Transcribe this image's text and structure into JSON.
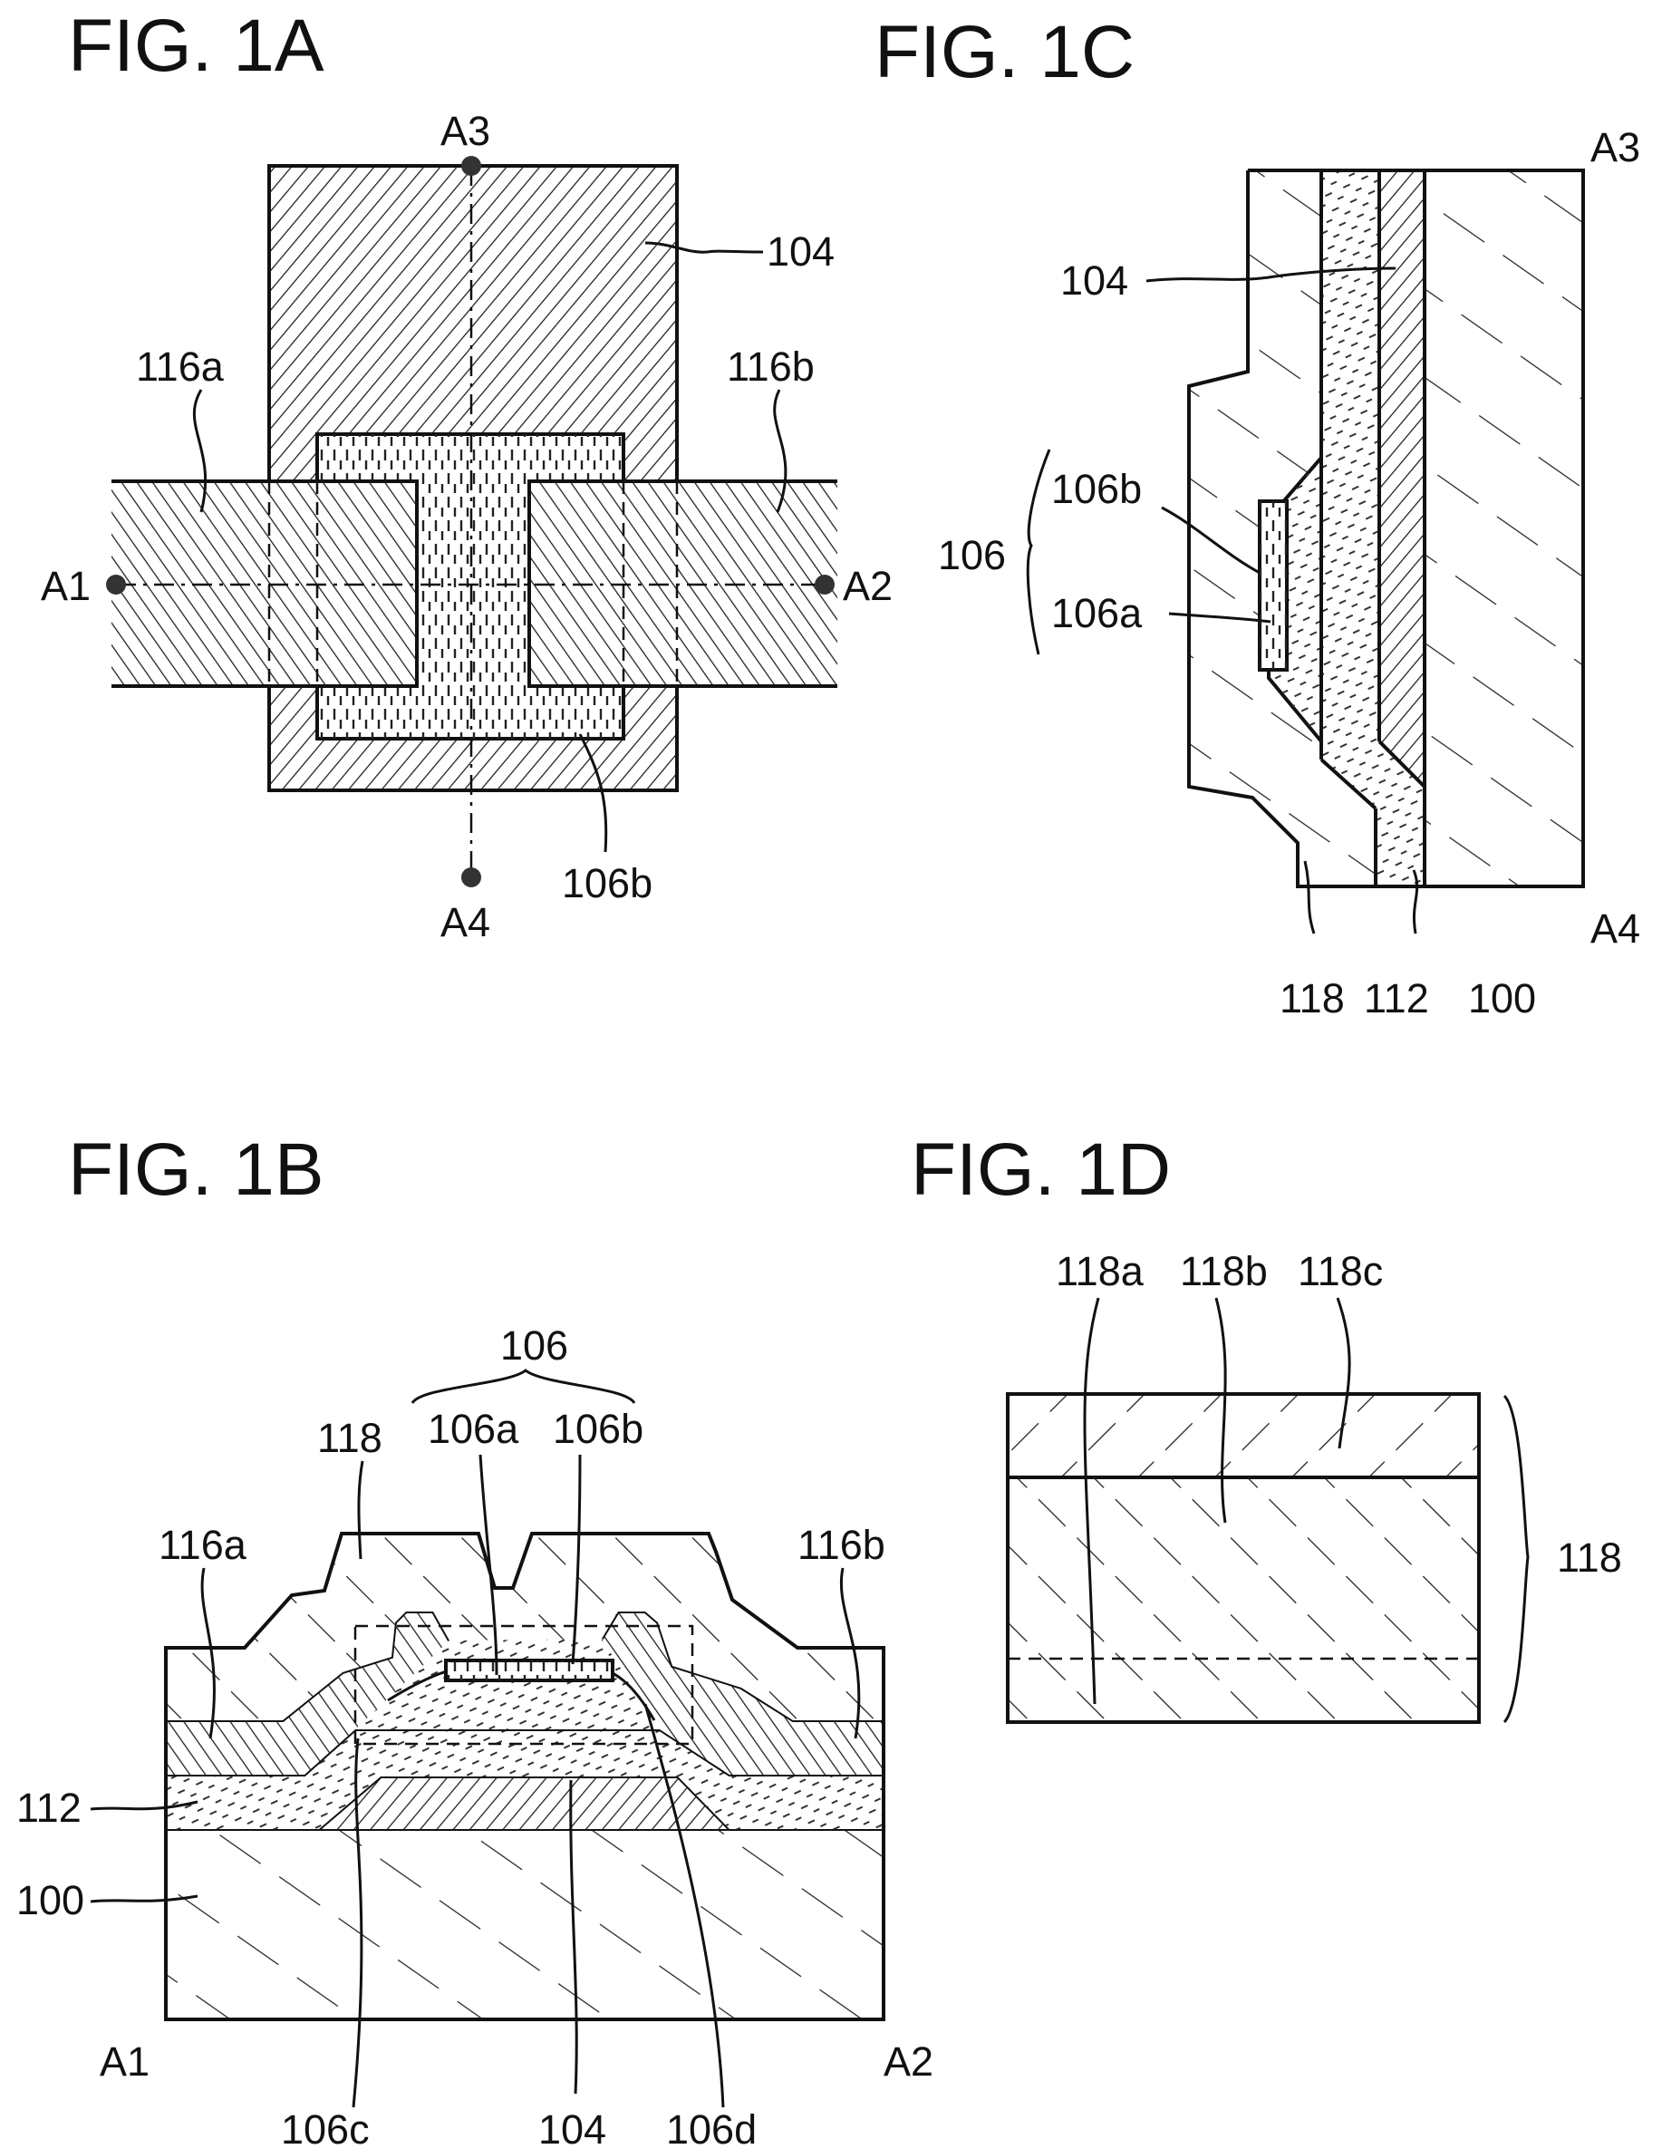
{
  "figures": {
    "fig1a": {
      "title": "FIG. 1A",
      "labels": {
        "a3": "A3",
        "a4": "A4",
        "a1": "A1",
        "a2": "A2",
        "l104": "104",
        "l116a": "116a",
        "l116b": "116b",
        "l106b": "106b"
      }
    },
    "fig1b": {
      "title": "FIG. 1B",
      "labels": {
        "l106": "106",
        "l106a": "106a",
        "l106b": "106b",
        "l118": "118",
        "l116a": "116a",
        "l116b": "116b",
        "l112": "112",
        "l100": "100",
        "a1": "A1",
        "a2": "A2",
        "l106c": "106c",
        "l104": "104",
        "l106d": "106d"
      }
    },
    "fig1c": {
      "title": "FIG. 1C",
      "labels": {
        "a3": "A3",
        "a4": "A4",
        "l104": "104",
        "l106": "106",
        "l106b": "106b",
        "l106a": "106a",
        "l118": "118",
        "l112": "112",
        "l100": "100"
      }
    },
    "fig1d": {
      "title": "FIG. 1D",
      "labels": {
        "l118a": "118a",
        "l118b": "118b",
        "l118c": "118c",
        "l118": "118"
      }
    }
  }
}
